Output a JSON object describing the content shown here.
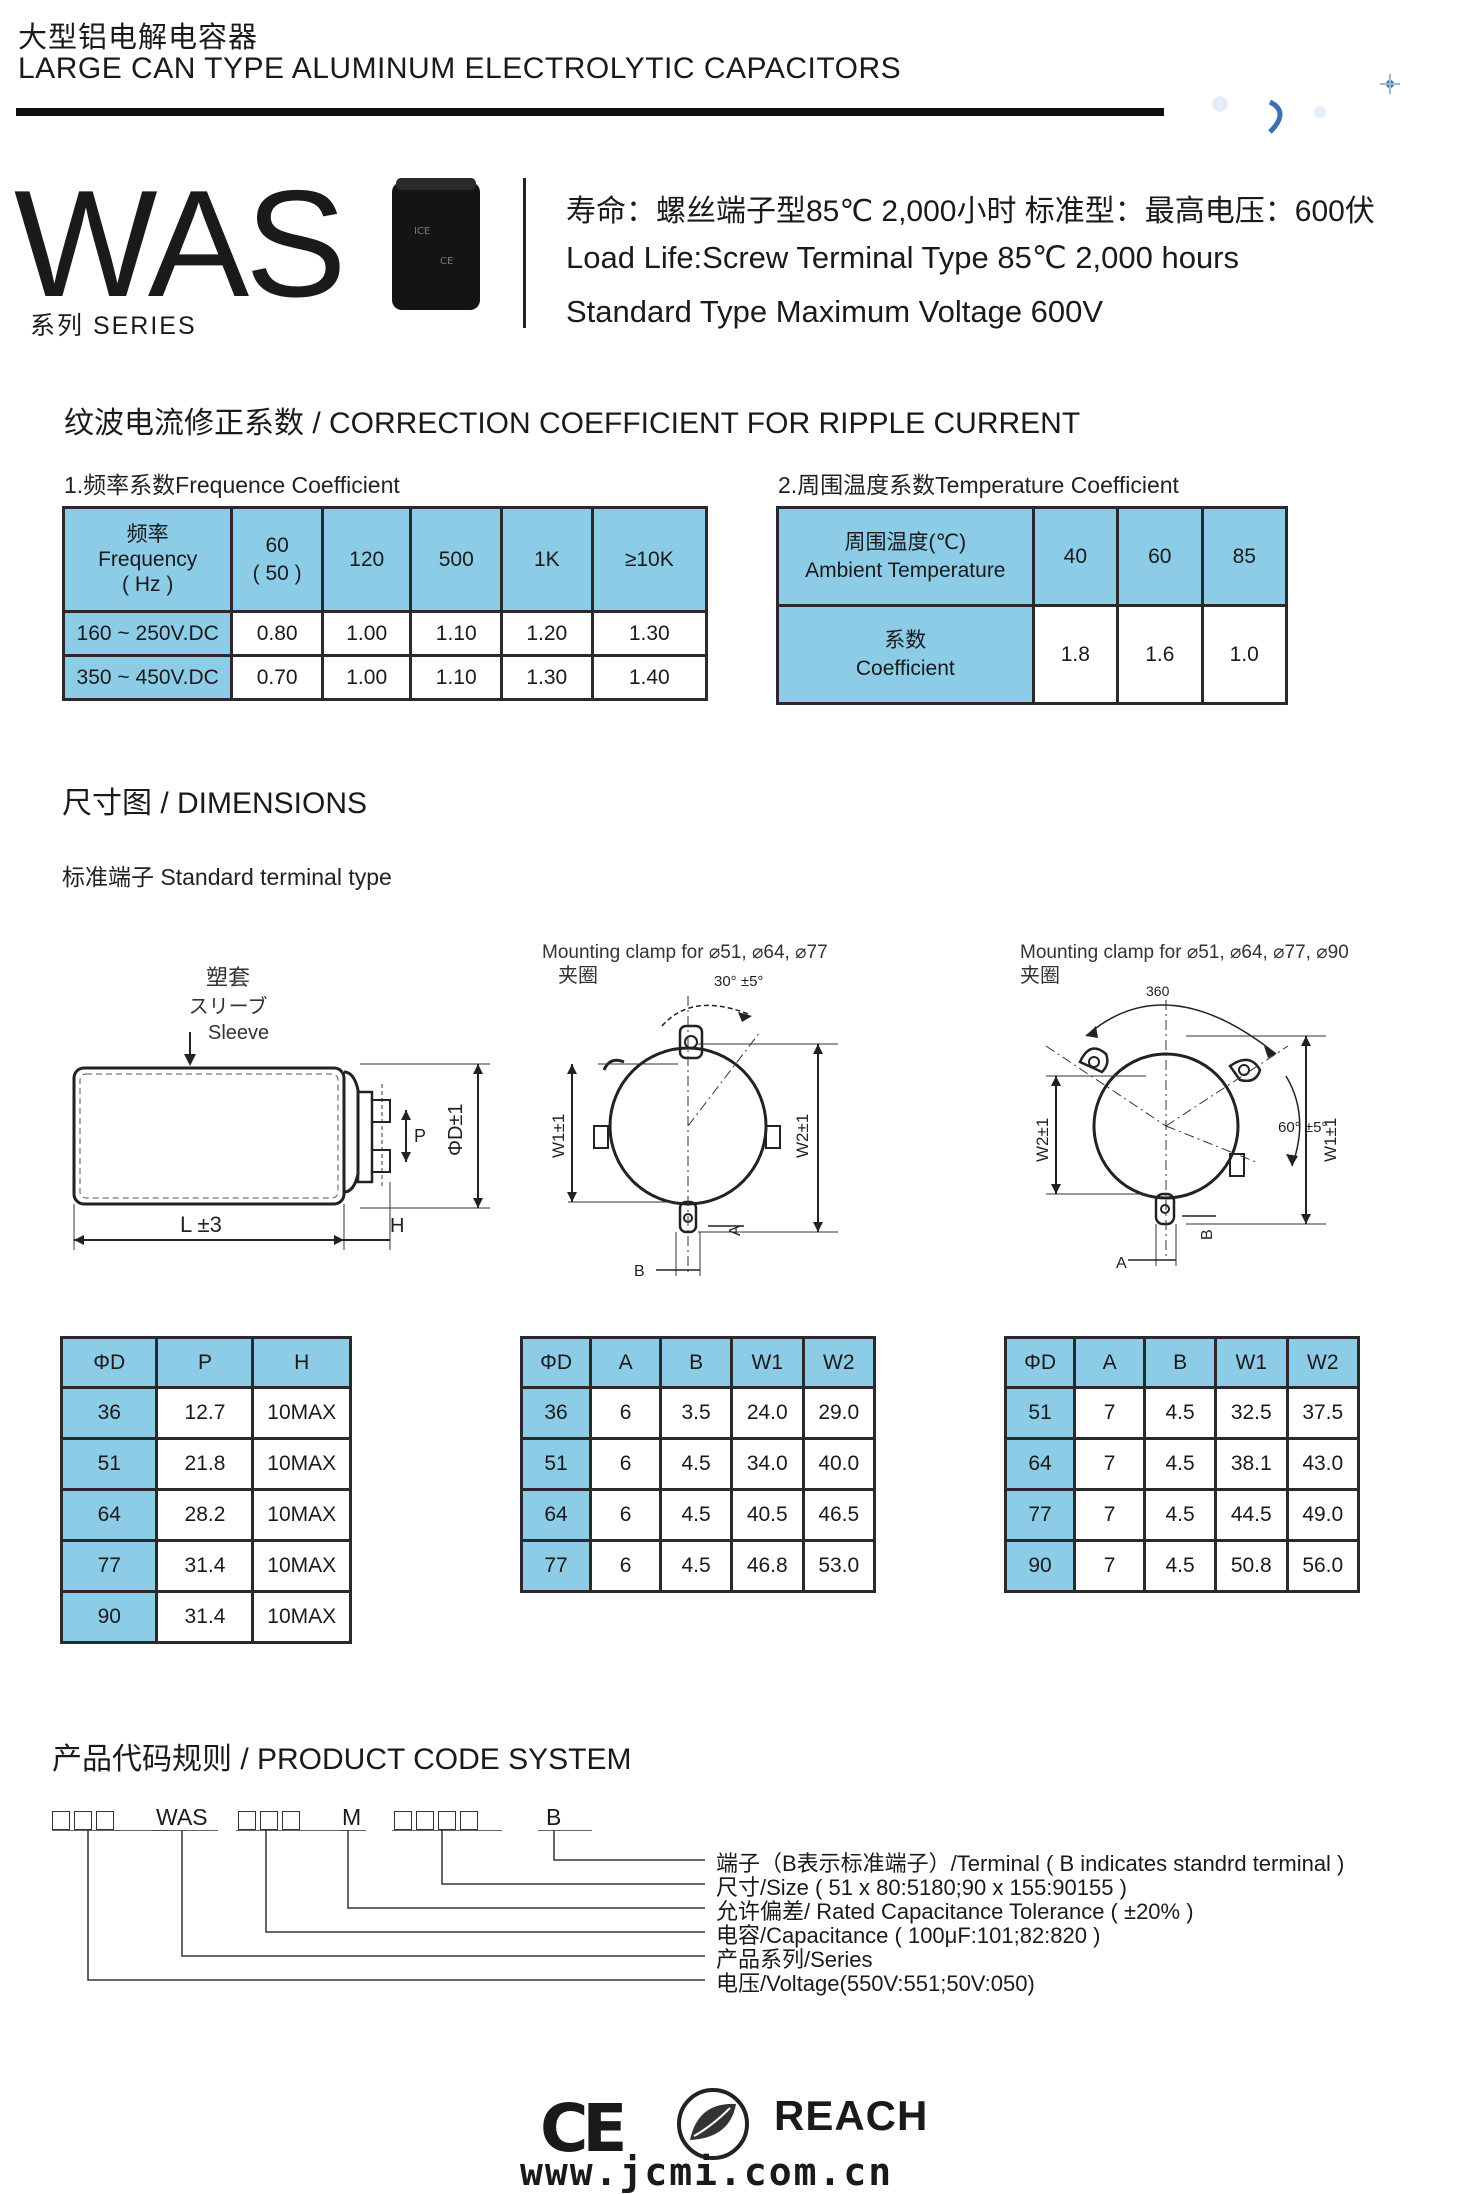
{
  "header": {
    "title_cn": "大型铝电解电容器",
    "title_en": "LARGE CAN TYPE ALUMINUM ELECTROLYTIC CAPACITORS"
  },
  "series": {
    "name": "WAS",
    "label": "系列 SERIES"
  },
  "specs": {
    "line1": "寿命：螺丝端子型85℃  2,000小时   标准型：最高电压：600伏",
    "line2": "Load Life:Screw Terminal Type  85℃ 2,000  hours",
    "line3": "Standard Type Maximum Voltage 600V"
  },
  "ripple": {
    "title": "纹波电流修正系数  / CORRECTION COEFFICIENT FOR RIPPLE CURRENT",
    "freq_title": "1.频率系数Frequence Coefficient",
    "temp_title": "2.周围温度系数Temperature Coefficient",
    "freq_table": {
      "head_cn": "频率",
      "head_en": "Frequency",
      "head_unit": "( Hz )",
      "cols": [
        "60",
        "( 50 )",
        "120",
        "500",
        "1K",
        "≥10K"
      ],
      "rows": [
        {
          "label": "160 ~ 250V.DC",
          "values": [
            "0.80",
            "1.00",
            "1.10",
            "1.20",
            "1.30"
          ]
        },
        {
          "label": "350 ~ 450V.DC",
          "values": [
            "0.70",
            "1.00",
            "1.10",
            "1.30",
            "1.40"
          ]
        }
      ]
    },
    "temp_table": {
      "head_cn": "周围温度(℃)",
      "head_en": "Ambient Temperature",
      "cols": [
        "40",
        "60",
        "85"
      ],
      "row_cn": "系数",
      "row_en": "Coefficient",
      "values": [
        "1.8",
        "1.6",
        "1.0"
      ]
    }
  },
  "dimensions": {
    "title": "尺寸图 / DIMENSIONS",
    "subtitle": "标准端子 Standard terminal type",
    "sleeve_cn": "塑套",
    "sleeve_jp": "スリーブ",
    "sleeve_en": "Sleeve",
    "len_label": "L ±3",
    "h_label": "H",
    "p_label": "P",
    "d_label": "ΦD±1",
    "clamp1_title": "Mounting clamp for ⌀51, ⌀64, ⌀77",
    "clamp1_cn": "夹圈",
    "clamp1_angle": "30° ±5°",
    "clamp2_title": "Mounting clamp for ⌀51, ⌀64, ⌀77, ⌀90",
    "clamp2_cn": "夹圈",
    "clamp2_angle_top": "360",
    "clamp2_angle": "60° ±5°",
    "w1": "W1±1",
    "w2": "W2±1",
    "a": "A",
    "b": "B",
    "table1": {
      "cols": [
        "ΦD",
        "P",
        "H"
      ],
      "rows": [
        [
          "36",
          "12.7",
          "10MAX"
        ],
        [
          "51",
          "21.8",
          "10MAX"
        ],
        [
          "64",
          "28.2",
          "10MAX"
        ],
        [
          "77",
          "31.4",
          "10MAX"
        ],
        [
          "90",
          "31.4",
          "10MAX"
        ]
      ]
    },
    "table2": {
      "cols": [
        "ΦD",
        "A",
        "B",
        "W1",
        "W2"
      ],
      "rows": [
        [
          "36",
          "6",
          "3.5",
          "24.0",
          "29.0"
        ],
        [
          "51",
          "6",
          "4.5",
          "34.0",
          "40.0"
        ],
        [
          "64",
          "6",
          "4.5",
          "40.5",
          "46.5"
        ],
        [
          "77",
          "6",
          "4.5",
          "46.8",
          "53.0"
        ]
      ]
    },
    "table3": {
      "cols": [
        "ΦD",
        "A",
        "B",
        "W1",
        "W2"
      ],
      "rows": [
        [
          "51",
          "7",
          "4.5",
          "32.5",
          "37.5"
        ],
        [
          "64",
          "7",
          "4.5",
          "38.1",
          "43.0"
        ],
        [
          "77",
          "7",
          "4.5",
          "44.5",
          "49.0"
        ],
        [
          "90",
          "7",
          "4.5",
          "50.8",
          "56.0"
        ]
      ]
    }
  },
  "code": {
    "title": "产品代码规则 / PRODUCT CODE SYSTEM",
    "head_was": "WAS",
    "head_m": "M",
    "head_b": "B",
    "items": [
      "端子（B表示标准端子）/Terminal ( B indicates standrd terminal )",
      "尺寸/Size ( 51 x 80:5180;90 x 155:90155 )",
      "允许偏差/ Rated Capacitance Tolerance  ( ±20% )",
      "电容/Capacitance ( 100μF:101;82:820 )",
      "产品系列/Series",
      "电压/Voltage(550V:551;50V:050)"
    ]
  },
  "footer": {
    "ce": "CE",
    "reach": "REACH",
    "url": "www.jcmi.com.cn"
  }
}
